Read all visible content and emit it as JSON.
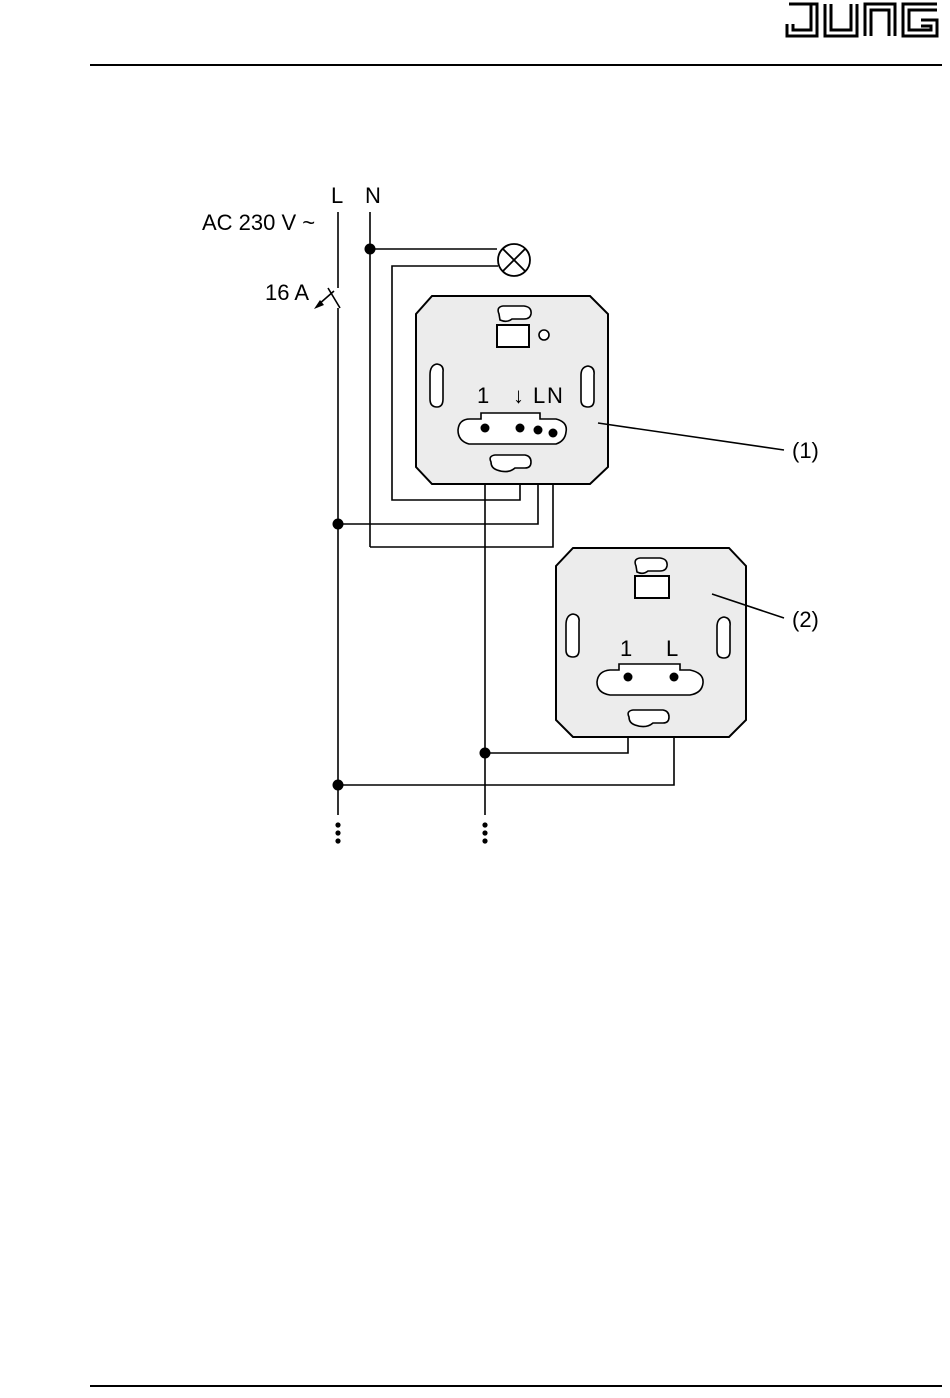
{
  "header": {
    "brand": "JUNG",
    "logo_icon": "jung-logo-icon"
  },
  "supply": {
    "voltage_label": "AC 230 V ~",
    "line_label": "L",
    "neutral_label": "N",
    "fuse_label": "16 A"
  },
  "device1": {
    "callout": "(1)",
    "terminal_1": "1",
    "terminal_load": "↓",
    "terminal_l": "L",
    "terminal_n": "N"
  },
  "device2": {
    "callout": "(2)",
    "terminal_1": "1",
    "terminal_l": "L"
  },
  "icons": {
    "lamp": "lamp-icon",
    "continuation": "vertical-ellipsis-icon"
  }
}
